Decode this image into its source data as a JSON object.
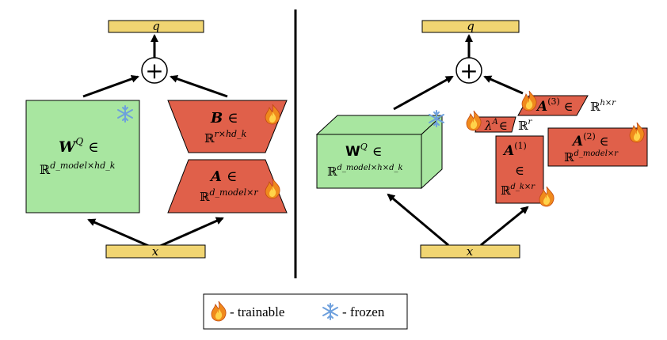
{
  "left": {
    "input_label": "x",
    "output_label": "q",
    "sum_symbol": "+",
    "frozen_matrix": {
      "symbol": "W",
      "sup": "Q",
      "in": "∈",
      "space": "ℝ",
      "space_sup": "d_model×hd_k"
    },
    "matrix_b": {
      "symbol": "B",
      "in": "∈",
      "space": "ℝ",
      "space_sup": "r×hd_k"
    },
    "matrix_a": {
      "symbol": "A",
      "in": "∈",
      "space": "ℝ",
      "space_sup": "d_model×r"
    }
  },
  "right": {
    "input_label": "x",
    "output_label": "q",
    "sum_symbol": "+",
    "frozen_tensor": {
      "symbol": "W",
      "sup": "Q",
      "in": "∈",
      "space": "ℝ",
      "space_sup": "d_model×h×d_k"
    },
    "a3": {
      "symbol": "A",
      "sup": "(3)",
      "in": "∈",
      "space": "ℝ",
      "space_sup": "h×r"
    },
    "lambda": {
      "symbol": "λ",
      "sup": "A",
      "in": "∈",
      "space": "ℝ",
      "space_sup": "r"
    },
    "a1": {
      "symbol": "A",
      "sup": "(1)",
      "in": "∈",
      "space": "ℝ",
      "space_sup": "d_k×r"
    },
    "a2": {
      "symbol": "A",
      "sup": "(2)",
      "in": "∈",
      "space": "ℝ",
      "space_sup": "d_model×r"
    }
  },
  "legend": {
    "trainable_label": "- trainable",
    "frozen_label": "- frozen"
  },
  "colors": {
    "frozen_green": "#a8e6a0",
    "trainable_red": "#e0604a",
    "io_yellow": "#f1d572",
    "fire": "#f5a623",
    "snow": "#8ab4e8"
  }
}
